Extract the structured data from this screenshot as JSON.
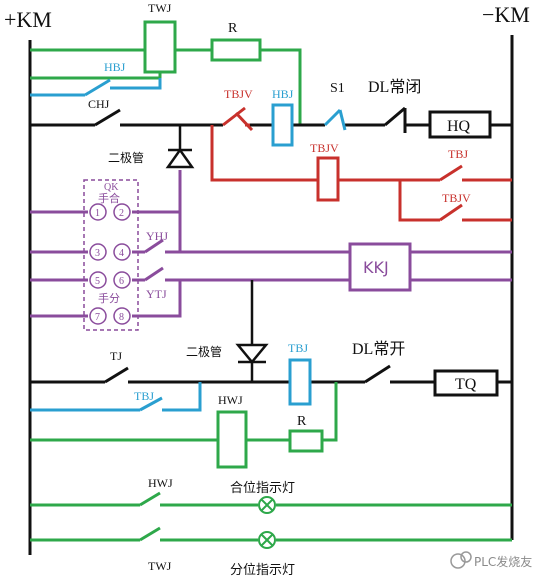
{
  "colors": {
    "black": "#111111",
    "green": "#2ea84a",
    "blue": "#2a9fd0",
    "red": "#c8312c",
    "purple": "#8a4c9c",
    "lamp": "#2ea84a"
  },
  "labels": {
    "plus_km": "+KM",
    "minus_km": "−KM",
    "twj_top": "TWJ",
    "r_top": "R",
    "hbj_left": "HBJ",
    "chj": "CHJ",
    "tbjv_top": "TBJV",
    "hbj_coil": "HBJ",
    "s1": "S1",
    "dl_nc": "DL常闭",
    "hq": "HQ",
    "diode_upper": "二极管",
    "tbjv_coil": "TBJV",
    "tbj_right": "TBJ",
    "tbjv_right": "TBJV",
    "qk": "QK",
    "hand_close": "手合",
    "n1": "1",
    "n2": "2",
    "n3": "3",
    "n4": "4",
    "n5": "5",
    "n6": "6",
    "n7": "7",
    "n8": "8",
    "hand_open": "手分",
    "yhj": "YHJ",
    "ytj": "YTJ",
    "kkj": "KKJ",
    "diode_lower": "二极管",
    "tbj_coil": "TBJ",
    "dl_no": "DL常开",
    "tj": "TJ",
    "tq": "TQ",
    "tbj_left": "TBJ",
    "hwj_coil": "HWJ",
    "r_bottom": "R",
    "hwj_lamp": "HWJ",
    "close_lamp": "合位指示灯",
    "twj_lamp": "TWJ",
    "open_lamp": "分位指示灯",
    "watermark": "PLC发烧友"
  }
}
